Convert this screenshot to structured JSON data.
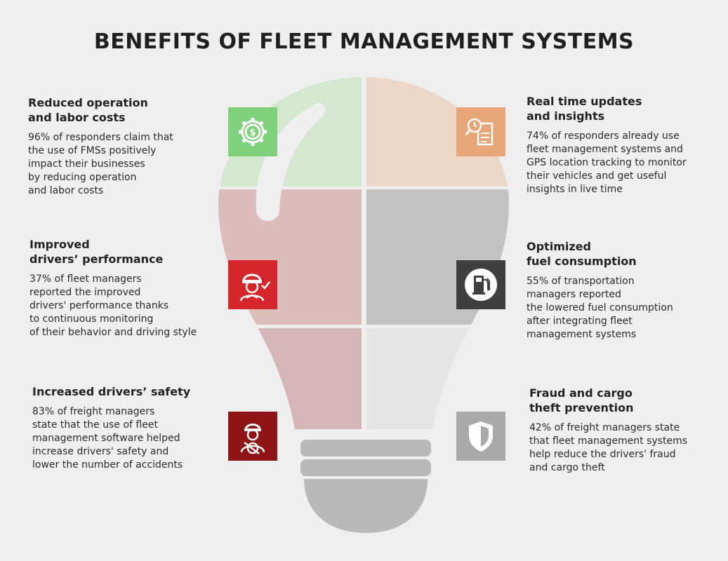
{
  "title": "BENEFITS OF FLEET MANAGEMENT SYSTEMS",
  "colors": {
    "background": "#efefef",
    "green": "#7fd07a",
    "orange": "#e7a678",
    "red": "#d4262b",
    "dark": "#3f3f3f",
    "darkred": "#8e1416",
    "grey": "#a9a9a9"
  },
  "benefits": [
    {
      "heading": "Reduced operation\nand labor costs",
      "text": "96% of responders claim that\nthe use of FMSs positively\nimpact their businesses\nby reducing operation\nand labor costs",
      "icon": "dollar-gear-icon"
    },
    {
      "heading": "Real time updates\nand insights",
      "text": "74% of responders already use\nfleet management systems and\nGPS location tracking to monitor\ntheir vehicles and get useful\ninsights in live time",
      "icon": "clock-document-icon"
    },
    {
      "heading": "Improved\ndrivers’ performance",
      "text": "37% of fleet managers\nreported the improved\ndrivers' performance thanks\nto continuous monitoring\nof their behavior and driving style",
      "icon": "driver-check-icon"
    },
    {
      "heading": "Optimized\nfuel consumption",
      "text": "55% of transportation\nmanagers reported\nthe lowered fuel consumption\nafter integrating fleet\nmanagement systems",
      "icon": "fuel-pump-icon"
    },
    {
      "heading": "Increased drivers’ safety",
      "text": "83% of freight managers\nstate that the use of fleet\nmanagement software helped\nincrease drivers' safety and\nlower the number of accidents",
      "icon": "driver-steering-wheel-icon"
    },
    {
      "heading": "Fraud and cargo\ntheft prevention",
      "text": "42% of freight managers state\nthat fleet management systems\nhelp reduce the drivers' fraud\nand cargo theft",
      "icon": "shield-icon"
    }
  ]
}
